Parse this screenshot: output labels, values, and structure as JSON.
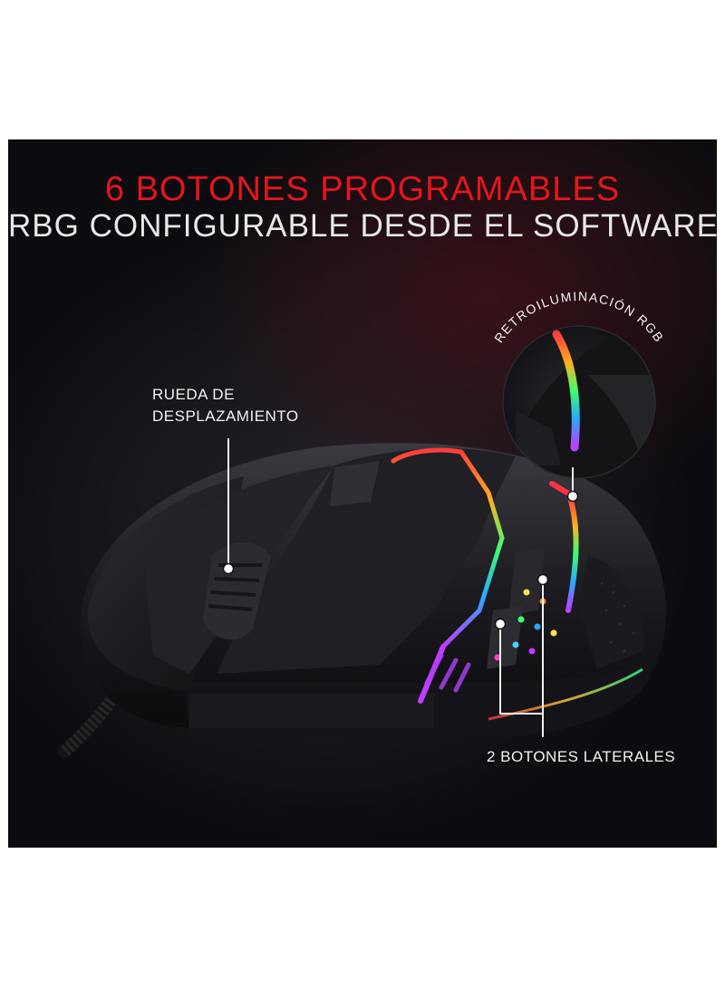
{
  "headline": {
    "line1": "6 BOTONES PROGRAMABLES",
    "line2": "RBG CONFIGURABLE DESDE EL SOFTWARE"
  },
  "callouts": {
    "scroll_wheel": {
      "line1": "RUEDA DE",
      "line2": "DESPLAZAMIENTO"
    },
    "backlight": "RETROILUMINACIÓN RGB",
    "side_buttons": "2 BOTONES LATERALES"
  },
  "colors": {
    "headline_accent": "#e4161c",
    "headline_text": "#e8e8ea",
    "background": "#111116"
  }
}
